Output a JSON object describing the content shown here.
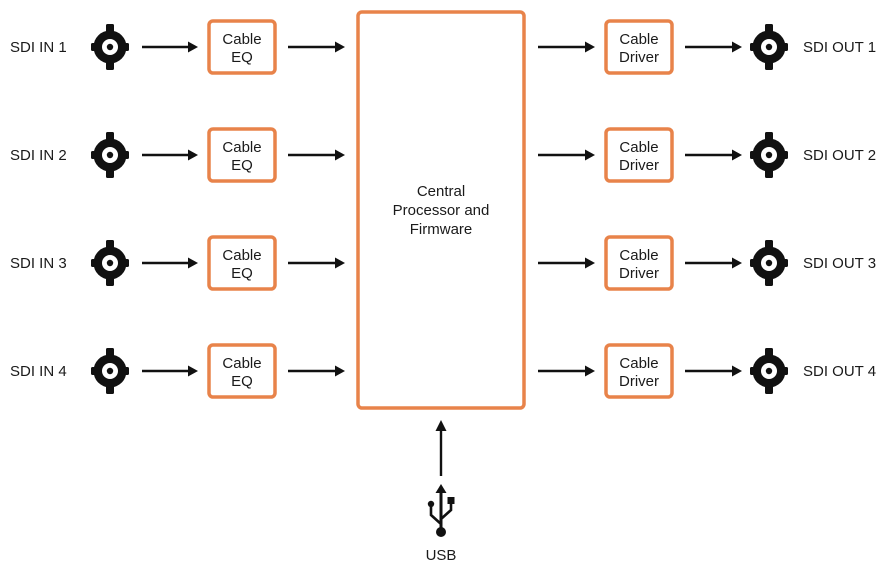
{
  "inputs": [
    {
      "label": "SDI IN 1",
      "block_lines": [
        "Cable",
        "EQ"
      ]
    },
    {
      "label": "SDI IN 2",
      "block_lines": [
        "Cable",
        "EQ"
      ]
    },
    {
      "label": "SDI IN 3",
      "block_lines": [
        "Cable",
        "EQ"
      ]
    },
    {
      "label": "SDI IN 4",
      "block_lines": [
        "Cable",
        "EQ"
      ]
    }
  ],
  "outputs": [
    {
      "label": "SDI OUT 1",
      "block_lines": [
        "Cable",
        "Driver"
      ]
    },
    {
      "label": "SDI OUT 2",
      "block_lines": [
        "Cable",
        "Driver"
      ]
    },
    {
      "label": "SDI OUT 3",
      "block_lines": [
        "Cable",
        "Driver"
      ]
    },
    {
      "label": "SDI OUT 4",
      "block_lines": [
        "Cable",
        "Driver"
      ]
    }
  ],
  "processor": {
    "lines": [
      "Central",
      "Processor and",
      "Firmware"
    ]
  },
  "usb": {
    "label": "USB",
    "icon": "usb-icon"
  },
  "connector_icon": "bnc-connector-icon",
  "colors": {
    "block_border": "#e8834a",
    "line": "#111111",
    "text": "#1a1a1a"
  }
}
